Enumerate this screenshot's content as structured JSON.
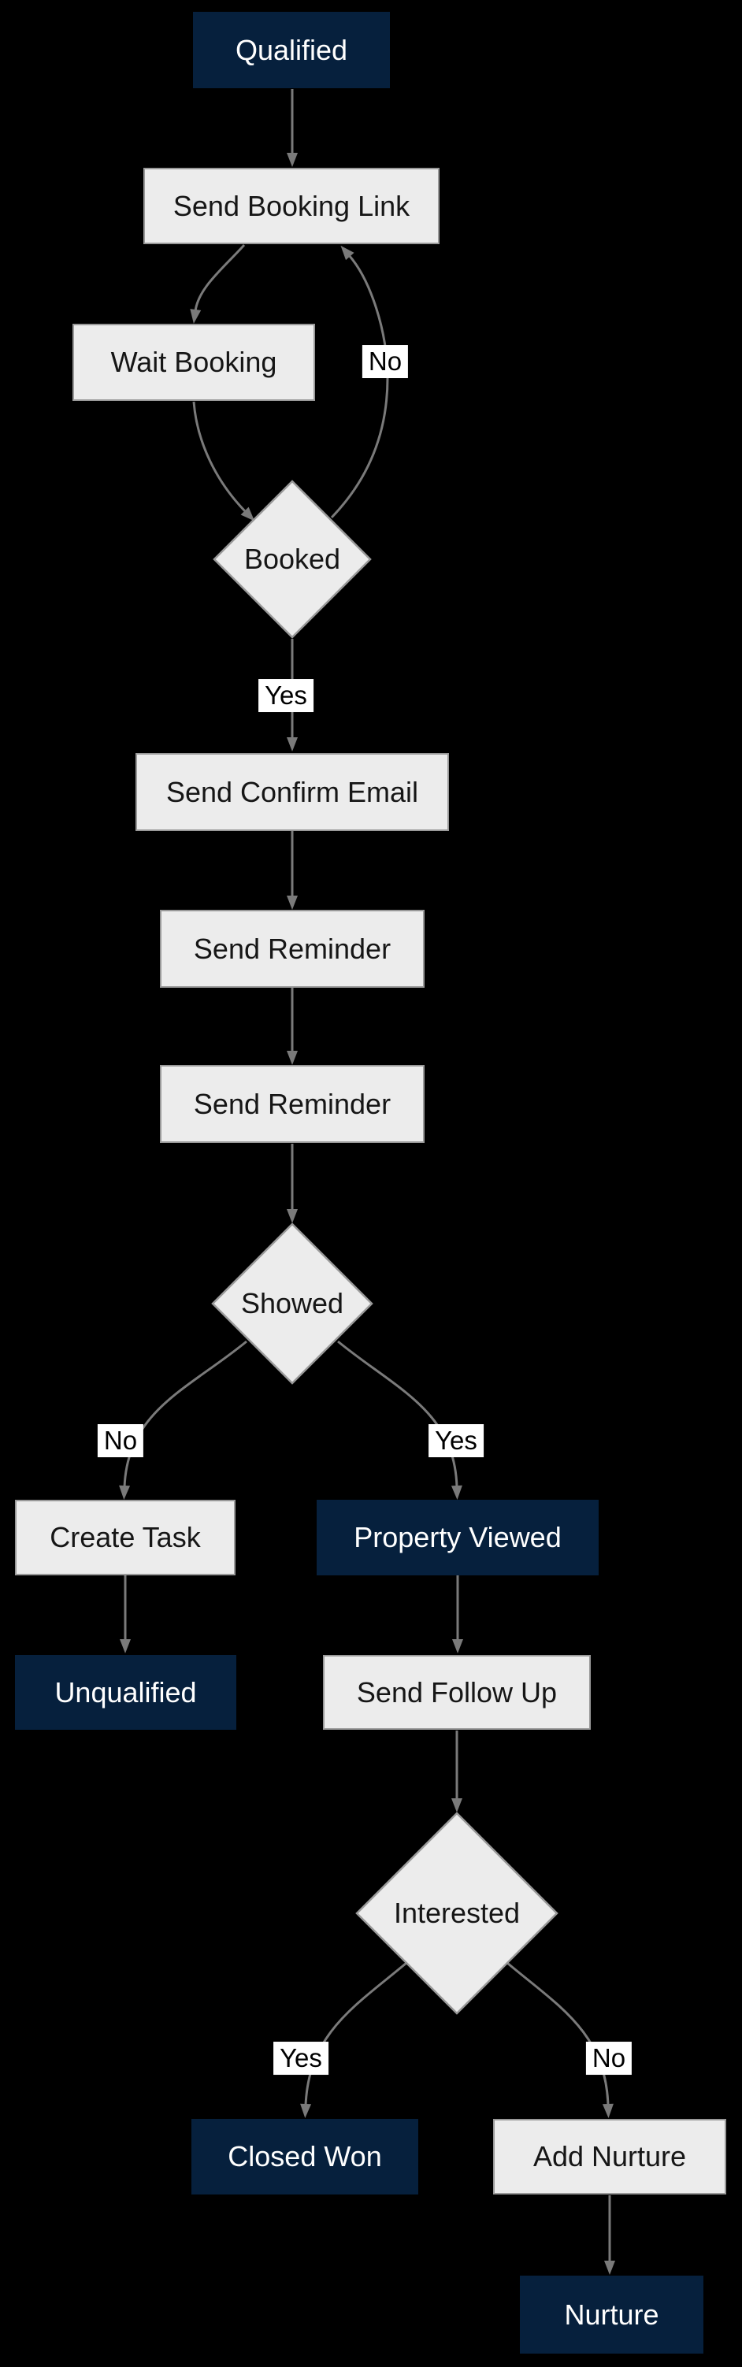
{
  "diagram": {
    "type": "flowchart",
    "direction": "top-down",
    "colors": {
      "background": "#000000",
      "stage_fill": "#06203d",
      "stage_text": "#ffffff",
      "action_fill": "#ececec",
      "action_text": "#161616",
      "node_border": "#999999",
      "edge_color": "#7a7a7a",
      "label_bg": "#ffffff",
      "label_text": "#000000"
    },
    "nodes": [
      {
        "id": "qualified",
        "label": "Qualified",
        "type": "stage"
      },
      {
        "id": "send-booking-link",
        "label": "Send Booking Link",
        "type": "action"
      },
      {
        "id": "wait-booking",
        "label": "Wait Booking",
        "type": "action"
      },
      {
        "id": "booked",
        "label": "Booked",
        "type": "decision"
      },
      {
        "id": "send-confirm-email",
        "label": "Send Confirm Email",
        "type": "action"
      },
      {
        "id": "send-reminder-1",
        "label": "Send Reminder",
        "type": "action"
      },
      {
        "id": "send-reminder-2",
        "label": "Send Reminder",
        "type": "action"
      },
      {
        "id": "showed",
        "label": "Showed",
        "type": "decision"
      },
      {
        "id": "create-task",
        "label": "Create Task",
        "type": "action"
      },
      {
        "id": "property-viewed",
        "label": "Property Viewed",
        "type": "stage"
      },
      {
        "id": "unqualified",
        "label": "Unqualified",
        "type": "stage"
      },
      {
        "id": "send-follow-up",
        "label": "Send Follow Up",
        "type": "action"
      },
      {
        "id": "interested",
        "label": "Interested",
        "type": "decision"
      },
      {
        "id": "closed-won",
        "label": "Closed Won",
        "type": "stage"
      },
      {
        "id": "add-nurture",
        "label": "Add Nurture",
        "type": "action"
      },
      {
        "id": "nurture",
        "label": "Nurture",
        "type": "stage"
      }
    ],
    "edges": [
      {
        "from": "qualified",
        "to": "send-booking-link",
        "label": ""
      },
      {
        "from": "send-booking-link",
        "to": "wait-booking",
        "label": ""
      },
      {
        "from": "wait-booking",
        "to": "booked",
        "label": ""
      },
      {
        "from": "booked",
        "to": "send-booking-link",
        "label": "No"
      },
      {
        "from": "booked",
        "to": "send-confirm-email",
        "label": "Yes"
      },
      {
        "from": "send-confirm-email",
        "to": "send-reminder-1",
        "label": ""
      },
      {
        "from": "send-reminder-1",
        "to": "send-reminder-2",
        "label": ""
      },
      {
        "from": "send-reminder-2",
        "to": "showed",
        "label": ""
      },
      {
        "from": "showed",
        "to": "create-task",
        "label": "No"
      },
      {
        "from": "showed",
        "to": "property-viewed",
        "label": "Yes"
      },
      {
        "from": "create-task",
        "to": "unqualified",
        "label": ""
      },
      {
        "from": "property-viewed",
        "to": "send-follow-up",
        "label": ""
      },
      {
        "from": "send-follow-up",
        "to": "interested",
        "label": ""
      },
      {
        "from": "interested",
        "to": "closed-won",
        "label": "Yes"
      },
      {
        "from": "interested",
        "to": "add-nurture",
        "label": "No"
      },
      {
        "from": "add-nurture",
        "to": "nurture",
        "label": ""
      }
    ]
  }
}
